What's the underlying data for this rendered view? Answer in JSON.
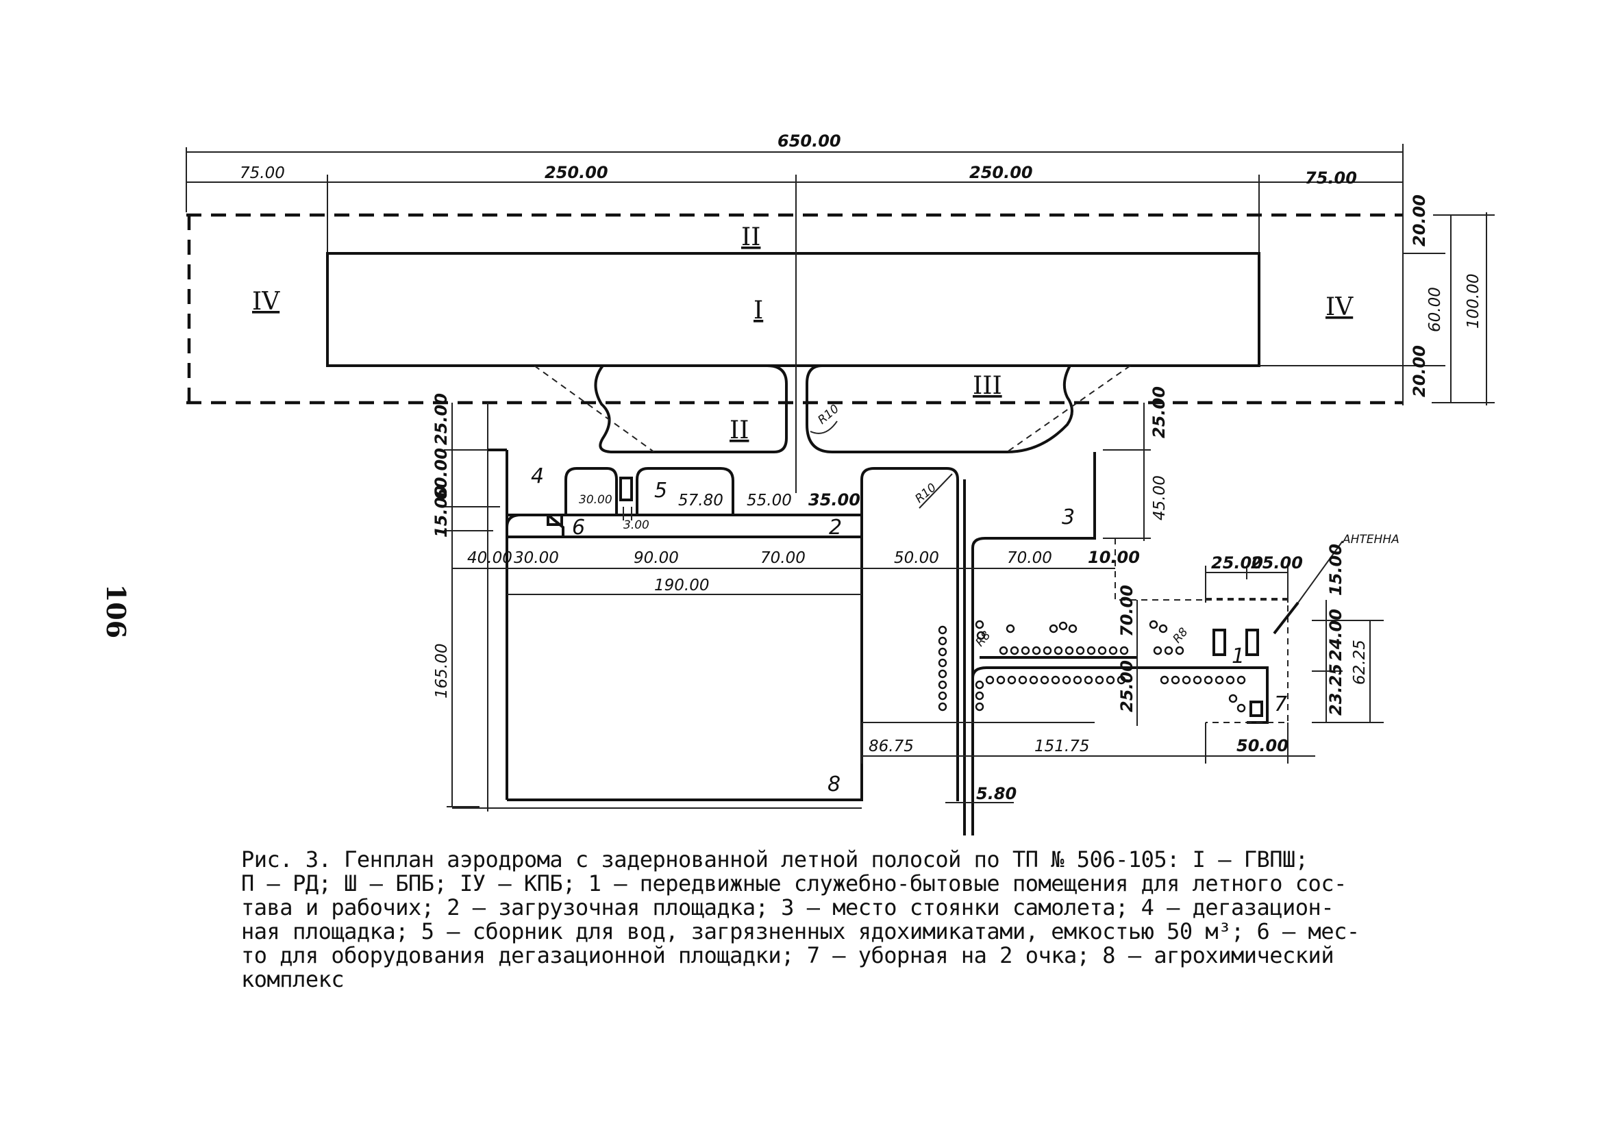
{
  "page_number": "106",
  "caption": "Рис. 3. Генплан аэродрома с задернованной летной полосой по ТП № 506-105: I – ГВПШ;\nП – РД; Ш – БПБ; IУ – КПБ; 1 – передвижные служебно-бытовые помещения для летного сос-\nтава и рабочих; 2 – загрузочная площадка; 3 – место стоянки самолета; 4 – дегазацион-\nная площадка; 5 – сборник для вод, загрязненных ядохимикатами, емкостью 50 м³; 6 – мес-\nто для оборудования дегазационной площадки; 7 – уборная на 2 очка; 8 – агрохимический\nкомплекс",
  "zones": {
    "runway": "I",
    "taxiway_top": "II",
    "taxiway_left": "II",
    "safety_strip": "III",
    "end_strip_left": "IV",
    "end_strip_right": "IV"
  },
  "items": {
    "n1": "1",
    "n2": "2",
    "n3": "3",
    "n4": "4",
    "n5": "5",
    "n6": "6",
    "n7": "7",
    "n8": "8"
  },
  "antenna_label": "АНТЕННА",
  "dimensions": {
    "total_length": "650.00",
    "end_left": "75.00",
    "half_left": "250.00",
    "half_right": "250.00",
    "end_right": "75.00",
    "strip_top": "20.00",
    "runway_width": "60.00",
    "strip_bottom": "20.00",
    "total_width": "100.00",
    "v_25_left": "25.00",
    "v_60": "60.00",
    "v_15": "15.00",
    "radius_10": "R10",
    "radius_10b": "R10",
    "w_30a": "30.00",
    "w_3": "3.00",
    "w_57_8": "57.80",
    "w_55": "55.00",
    "w_35": "35.00",
    "h_40a": "40.00",
    "h_30": "30.00",
    "h_90": "90.00",
    "h_70a": "70.00",
    "h_50": "50.00",
    "h_70b": "70.00",
    "h_10": "10.00",
    "h_190": "190.00",
    "v_25_right": "25.00",
    "v_45": "45.00",
    "v_165": "165.00",
    "v_70": "70.00",
    "v_25b": "25.00",
    "r_8a": "R8",
    "r_8b": "R8",
    "w_25a": "25.00",
    "w_25b": "25.00",
    "v_15b": "15.00",
    "v_24": "24.00",
    "v_23_25": "23.25",
    "v_62_25": "62.25",
    "b_86_75": "86.75",
    "b_151_75": "151.75",
    "b_50": "50.00",
    "b_5_8": "5.80"
  }
}
